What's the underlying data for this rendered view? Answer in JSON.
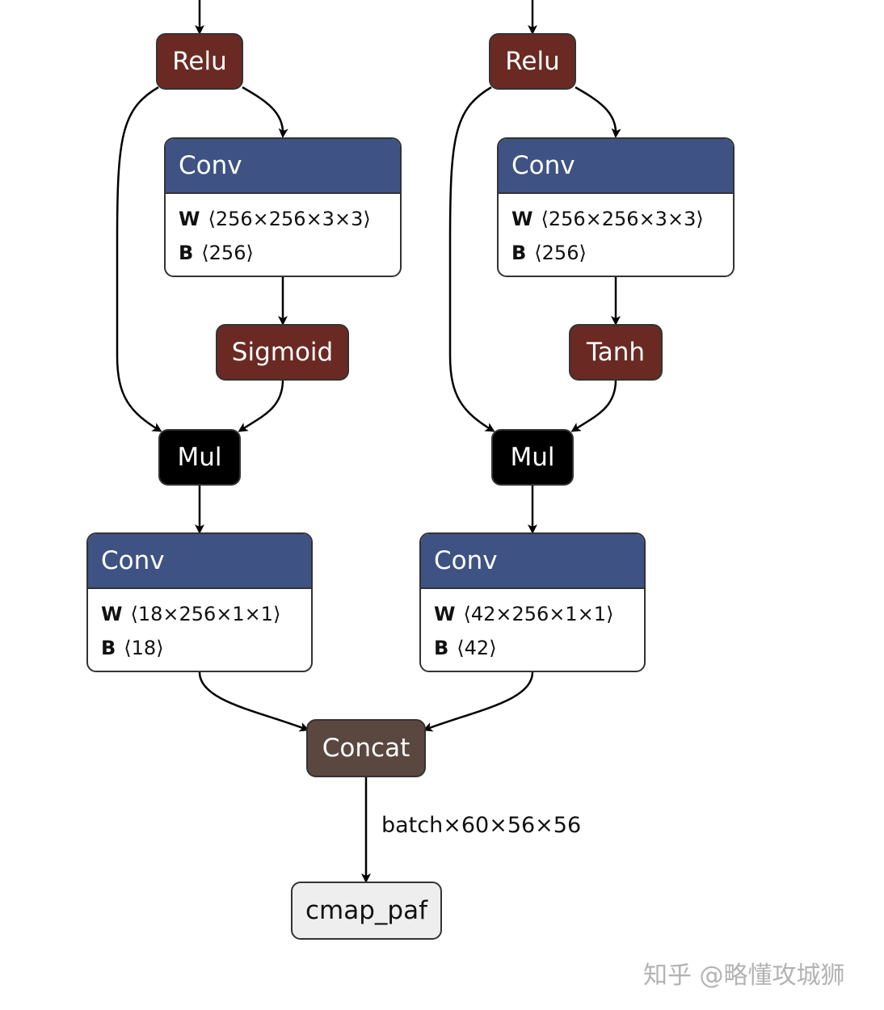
{
  "nodes": {
    "relu_left": "Relu",
    "relu_right": "Relu",
    "conv_gate_left": {
      "title": "Conv",
      "w_name": "W",
      "w_shape": "⟨256×256×3×3⟩",
      "b_name": "B",
      "b_shape": "⟨256⟩"
    },
    "conv_gate_right": {
      "title": "Conv",
      "w_name": "W",
      "w_shape": "⟨256×256×3×3⟩",
      "b_name": "B",
      "b_shape": "⟨256⟩"
    },
    "sigmoid": "Sigmoid",
    "tanh": "Tanh",
    "mul_left": "Mul",
    "mul_right": "Mul",
    "conv_out_left": {
      "title": "Conv",
      "w_name": "W",
      "w_shape": "⟨18×256×1×1⟩",
      "b_name": "B",
      "b_shape": "⟨18⟩"
    },
    "conv_out_right": {
      "title": "Conv",
      "w_name": "W",
      "w_shape": "⟨42×256×1×1⟩",
      "b_name": "B",
      "b_shape": "⟨42⟩"
    },
    "concat": "Concat",
    "output": "cmap_paf"
  },
  "edge_label": "batch×60×56×56",
  "watermark": "知乎 @略懂攻城狮",
  "colors": {
    "activation": "#6a2a23",
    "conv_header": "#3e5283",
    "mul": "#000000",
    "concat": "#5a4740",
    "output": "#eeeeee"
  }
}
